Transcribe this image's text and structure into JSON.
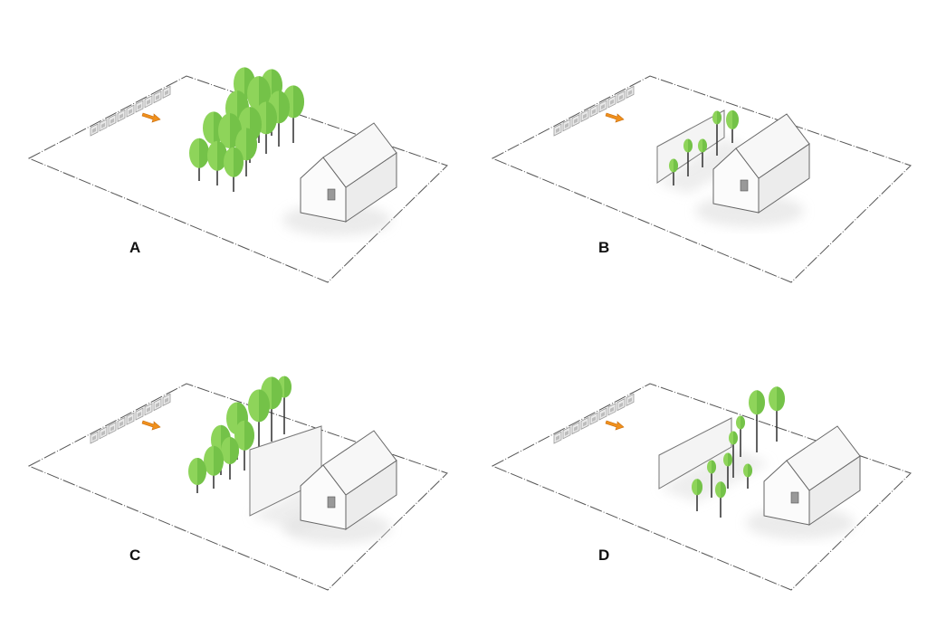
{
  "panels": [
    {
      "id": "A",
      "label": "A",
      "scenario": "tree-grove"
    },
    {
      "id": "B",
      "label": "B",
      "scenario": "thin-wall-with-tree-row"
    },
    {
      "id": "C",
      "label": "C",
      "scenario": "grove-behind-tall-wall"
    },
    {
      "id": "D",
      "label": "D",
      "scenario": "wall-with-scattered-trees"
    }
  ],
  "colors": {
    "tree_light": "#8ed45a",
    "tree_dark": "#5fb23a",
    "trunk": "#3b3b3b",
    "arrow": "#f0901c",
    "ground_line": "#555555",
    "wall": "#f4f4f4",
    "wall_shade": "#dcdcdc"
  },
  "icons": {
    "noise_source": "noise-source-icon",
    "wind_arrow": "orange-arrow-icon"
  }
}
